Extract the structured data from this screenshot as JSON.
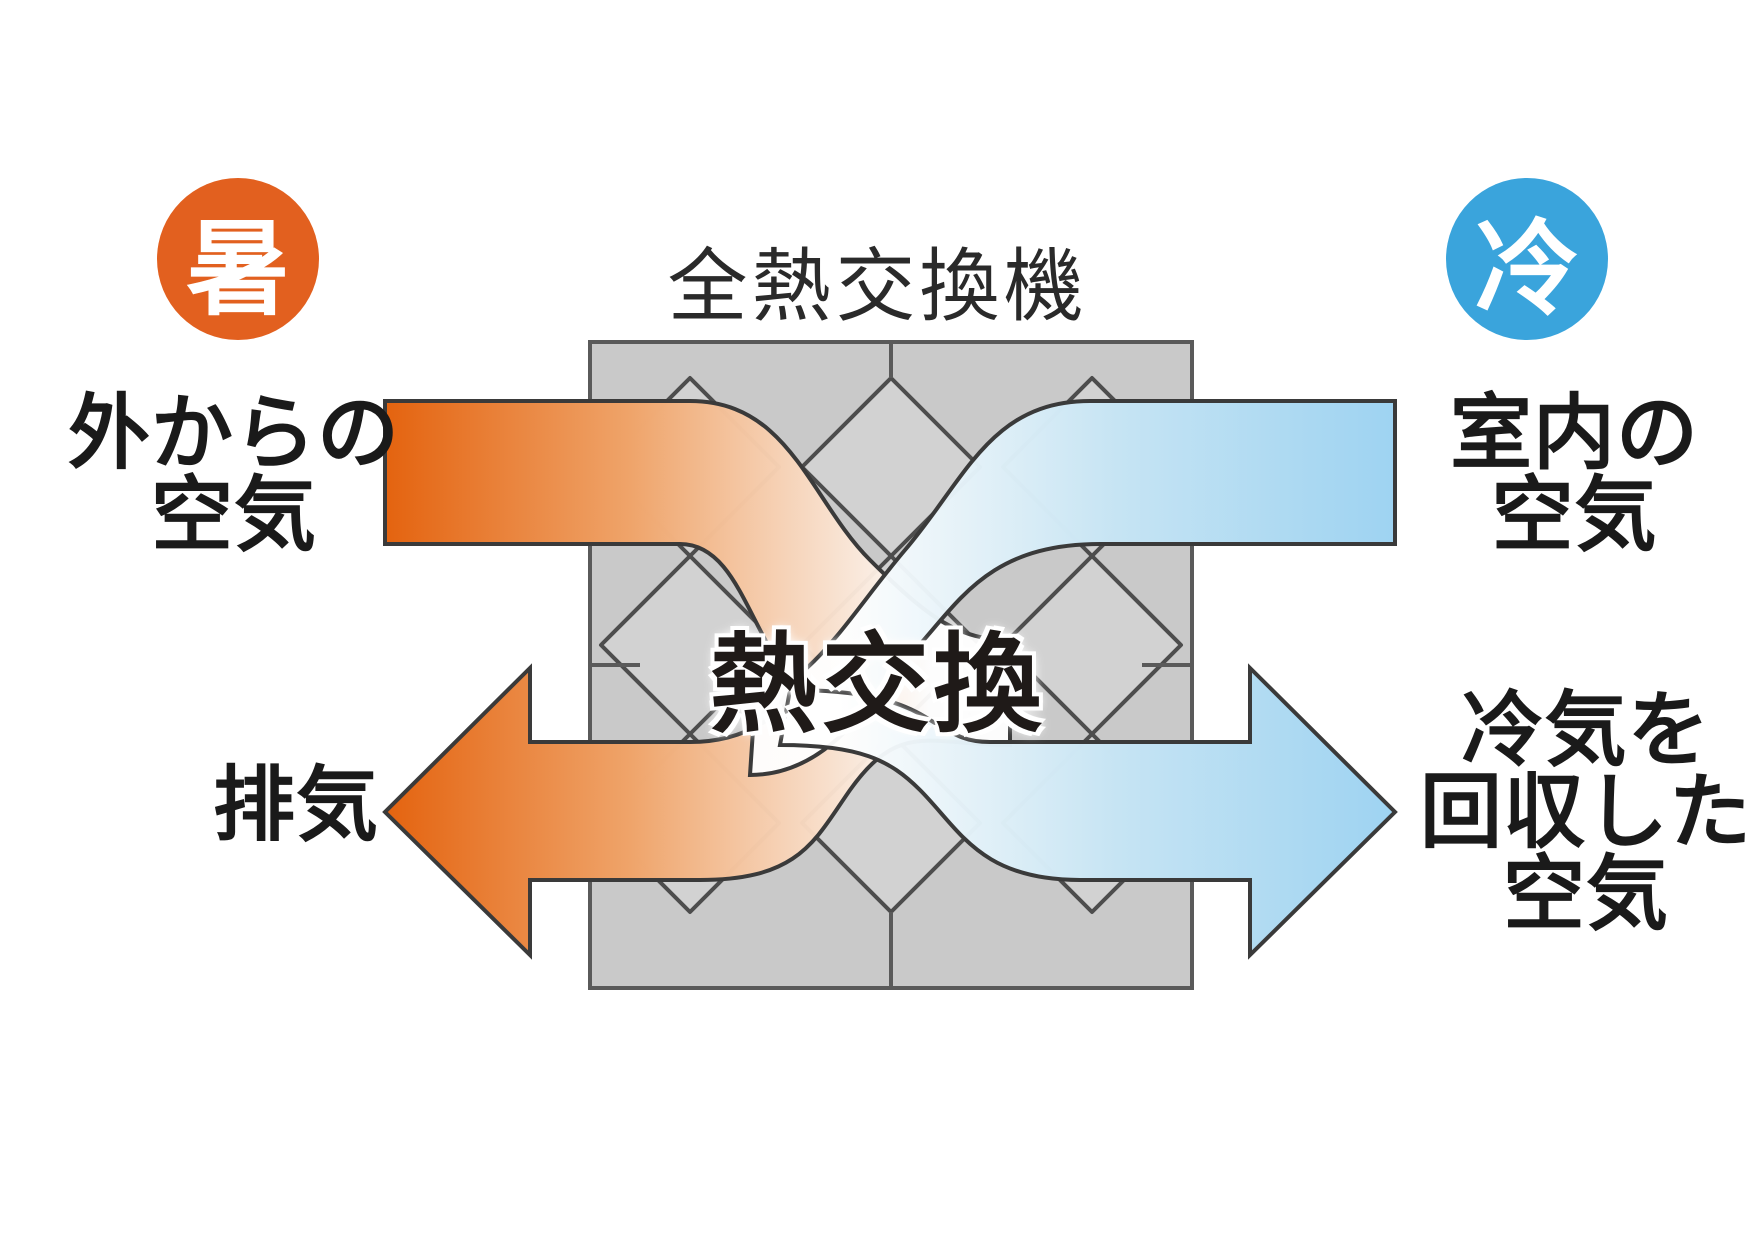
{
  "title": "全熱交換機",
  "badges": {
    "hot": {
      "text": "暑",
      "color": "#e2601f"
    },
    "cold": {
      "text": "冷",
      "color": "#3aa4dc"
    }
  },
  "labels": {
    "outside_air": "外からの\n空気",
    "indoor_air": "室内の\n空気",
    "exhaust": "排気",
    "recovered_cool_air": "冷気を\n回収した\n空気"
  },
  "center_label": "熱交換",
  "colors": {
    "orange": "#e86a10",
    "blue": "#9fd2f0",
    "panel": "#c9c9c9",
    "panel_stroke": "#5a5a5a"
  }
}
